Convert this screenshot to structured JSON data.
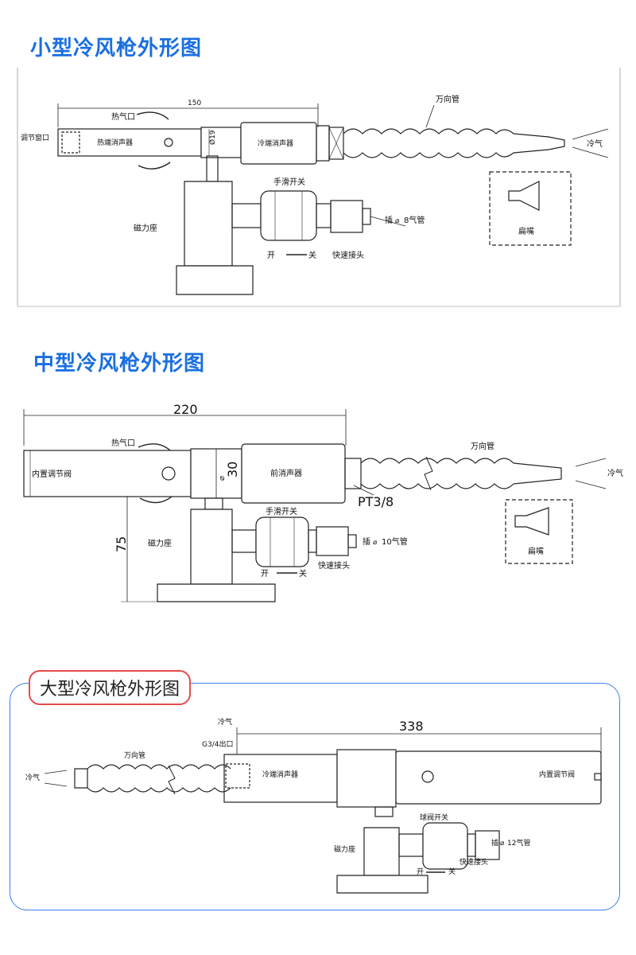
{
  "sections": [
    {
      "title": "小型冷风枪外形图",
      "labels": {
        "hot_air": "热气口",
        "adjust_window": "调节窗口",
        "hot_muffler": "热端消声器",
        "cold_muffler": "冷端消声器",
        "universal_tube": "万向管",
        "cold_air": "冷气",
        "hand_switch": "手滑开关",
        "plug_tube": "插",
        "plug_size": "8气管",
        "quick_joint": "快速接头",
        "open_close_open": "开",
        "open_close_close": "关",
        "magnet_base": "磁力座",
        "flat_nozzle": "扁嘴",
        "dim_length": "150",
        "dim_dia": "Ø19",
        "dia_symbol": "⌀"
      }
    },
    {
      "title": "中型冷风枪外形图",
      "labels": {
        "hot_air": "热气口",
        "inner_valve": "内置调节阀",
        "front_muffler": "前消声器",
        "universal_tube": "万向管",
        "cold_air": "冷气",
        "thread": "PT3/8",
        "hand_switch": "手滑开关",
        "plug_tube": "插",
        "plug_size": "10气管",
        "quick_joint": "快速接头",
        "open_close_open": "开",
        "open_close_close": "关",
        "magnet_base": "磁力座",
        "flat_nozzle": "扁嘴",
        "dim_length": "220",
        "dim_dia": "30",
        "dim_height": "75",
        "dia_symbol": "⌀"
      }
    },
    {
      "title": "大型冷风枪外形图",
      "labels": {
        "cold_air_top": "冷气",
        "outlet": "G3/4出口",
        "cold_muffler": "冷端消声器",
        "inner_valve": "内置调节阀",
        "universal_tube": "万向管",
        "cold_air": "冷气",
        "hand_switch": "球阀开关",
        "plug_tube": "插",
        "plug_size": "12气管",
        "quick_joint": "快速接头",
        "open_close_open": "开",
        "open_close_close": "关",
        "magnet_base": "磁力座",
        "dim_length": "338",
        "dia_symbol": "⌀"
      }
    }
  ]
}
